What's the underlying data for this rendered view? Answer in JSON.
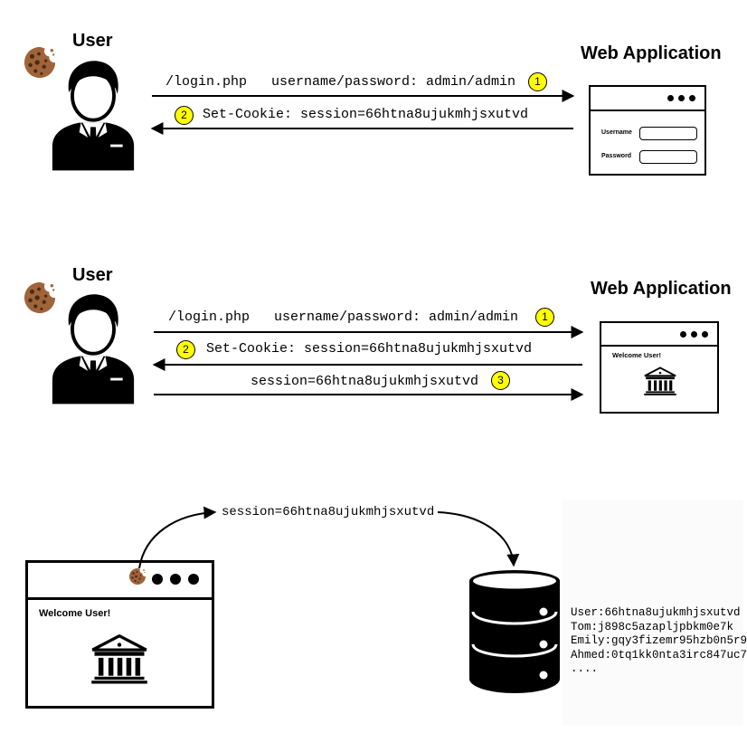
{
  "panel1": {
    "user_title": "User",
    "app_title": "Web Application",
    "request_text": "/login.php   username/password: admin/admin",
    "response_text": "Set-Cookie: session=66htna8ujukmhjsxutvd",
    "step1": "1",
    "step2": "2",
    "form_username_label": "Username",
    "form_password_label": "Password"
  },
  "panel2": {
    "user_title": "User",
    "app_title": "Web Application",
    "request_text": "/login.php   username/password: admin/admin",
    "response_text": "Set-Cookie: session=66htna8ujukmhjsxutvd",
    "session_text": "session=66htna8ujukmhjsxutvd",
    "step1": "1",
    "step2": "2",
    "step3": "3",
    "welcome_text": "Welcome User!"
  },
  "panel3": {
    "session_text": "session=66htna8ujukmhjsxutvd",
    "welcome_text": "Welcome User!",
    "sessions": [
      "User:66htna8ujukmhjsxutvd",
      "Tom:j898c5azapljpbkm0e7k",
      "Emily:gqy3fizemr95hzb0n5r9",
      "Ahmed:0tq1kk0nta3irc847uc7",
      "...."
    ]
  },
  "colors": {
    "badge": "#ffff00",
    "cookie": "#a0643a",
    "cookie_chips": "#4a2a14",
    "ink": "#000000"
  },
  "icons": [
    "cookie-icon",
    "user-person-icon",
    "bank-building-icon",
    "database-icon"
  ]
}
